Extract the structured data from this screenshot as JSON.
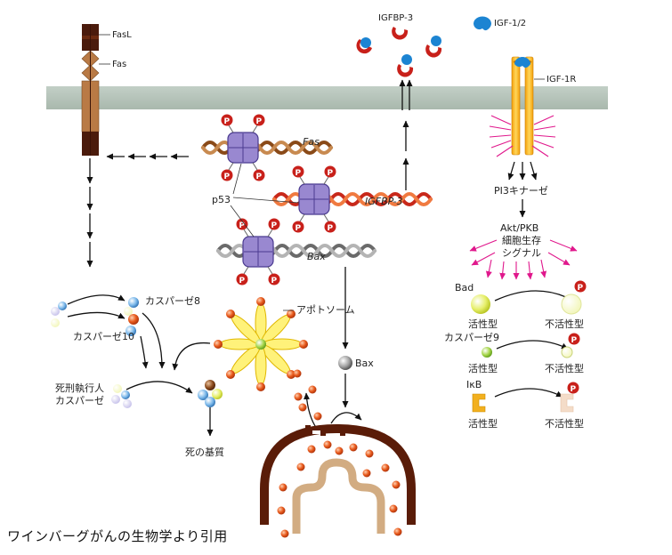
{
  "labels": {
    "fasl": "FasL",
    "fas": "Fas",
    "igfbp3": "IGFBP-3",
    "igf12": "IGF-1/2",
    "igf1r": "IGF-1R",
    "fas_gene": "Fas",
    "p53": "p53",
    "igfbp3_gene": "IGFBP-3",
    "bax_gene": "Bax",
    "pi3k": "PI3キナーゼ",
    "akt": "Akt/PKB",
    "survival_line1": "細胞生存",
    "survival_line2": "シグナル",
    "bad": "Bad",
    "casp8": "カスパーゼ8",
    "casp10": "カスパーゼ10",
    "apoptosome": "アポトソーム",
    "bax_protein": "Bax",
    "executioner_line1": "死刑執行人",
    "executioner_line2": "カスパーゼ",
    "death_substrate": "死の基質",
    "casp9": "カスパーゼ9",
    "ikb": "IκB",
    "active": "活性型",
    "inactive": "不活性型",
    "phospho": "P"
  },
  "caption": "ワインバーグがんの生物学より引用"
}
